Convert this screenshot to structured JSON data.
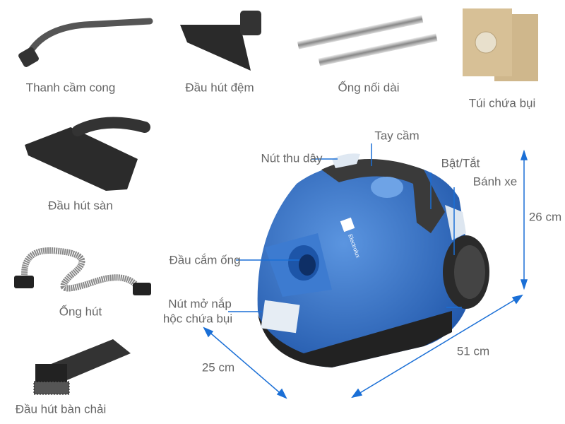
{
  "accessories": [
    {
      "id": "curved-handle",
      "label": "Thanh cầm cong"
    },
    {
      "id": "upholstery-nozzle",
      "label": "Đầu hút đệm"
    },
    {
      "id": "extension-tubes",
      "label": "Ống nối dài"
    },
    {
      "id": "dust-bag",
      "label": "Túi chứa bụi"
    },
    {
      "id": "floor-nozzle",
      "label": "Đầu hút sàn"
    },
    {
      "id": "hose",
      "label": "Ống hút"
    },
    {
      "id": "brush-nozzle",
      "label": "Đầu hút bàn chải"
    }
  ],
  "parts": {
    "handle": "Tay cầm",
    "cord_rewind": "Nút thu dây",
    "power": "Bật/Tắt",
    "wheel": "Bánh xe",
    "hose_inlet": "Đầu cắm ống",
    "lid_release_line1": "Nút mở nắp",
    "lid_release_line2": "hộc chứa bụi"
  },
  "dimensions": {
    "height": "26 cm",
    "length": "51 cm",
    "width": "25 cm"
  },
  "brand": "Electrolux",
  "colors": {
    "body": "#2f6fc8",
    "leader_line": "#1a6fd6",
    "label": "#666666"
  }
}
